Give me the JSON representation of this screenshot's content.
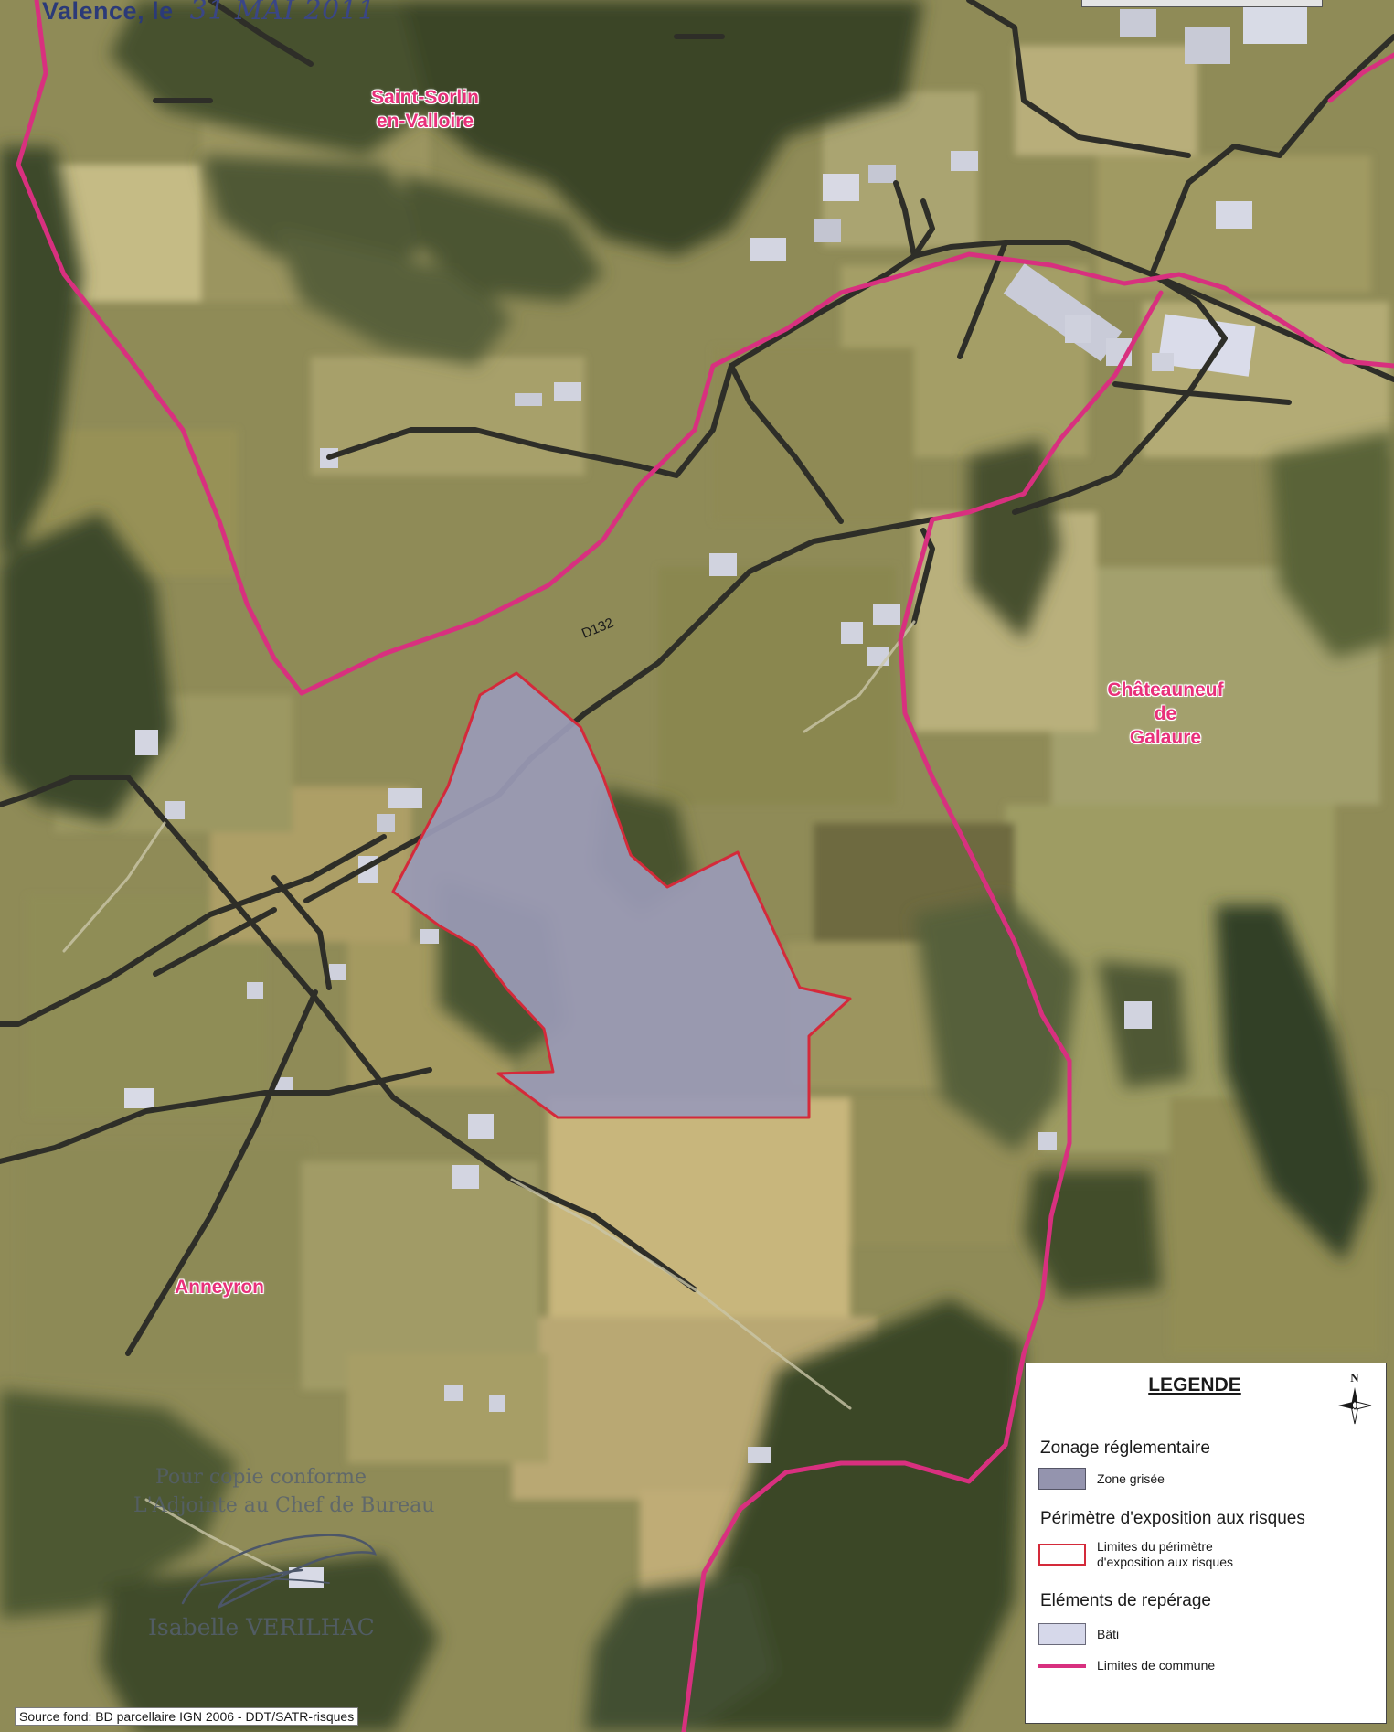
{
  "header": {
    "stamp_text": "Valence, le",
    "handwritten_date": "31 MAI 2011"
  },
  "communes": {
    "saint_sorlin": "Saint-Sorlin\nen-Valloire",
    "chateauneuf": "Châteauneuf\nde\nGalaure",
    "anneyron": "Anneyron"
  },
  "road_label": "D132",
  "legend": {
    "title": "LEGENDE",
    "north_letter": "N",
    "sections": {
      "zonage": "Zonage réglementaire",
      "perimetre": "Périmètre d'exposition aux risques",
      "reperage": "Eléments de repérage"
    },
    "items": {
      "zone_grisee": "Zone grisée",
      "limites_perimetre": "Limites du périmètre\nd'exposition aux risques",
      "bati": "Bâti",
      "limites_commune": "Limites de commune"
    }
  },
  "stamp": {
    "line1": "Pour copie conforme",
    "line2": "L'Adjointe au Chef de Bureau",
    "name": "Isabelle VERILHAC"
  },
  "source": "Source fond: BD parcellaire IGN 2006 - DDT/SATR-risques",
  "colors": {
    "commune_boundary": "#d8307f",
    "risk_perimeter": "#d42a3a",
    "zone_grisee": "#9494ae",
    "bati": "#d6d8ea",
    "commune_label": "#e8307a",
    "forest": "#3d4a2a",
    "field_light": "#b2a86a",
    "field_dark": "#7f7f4c"
  }
}
